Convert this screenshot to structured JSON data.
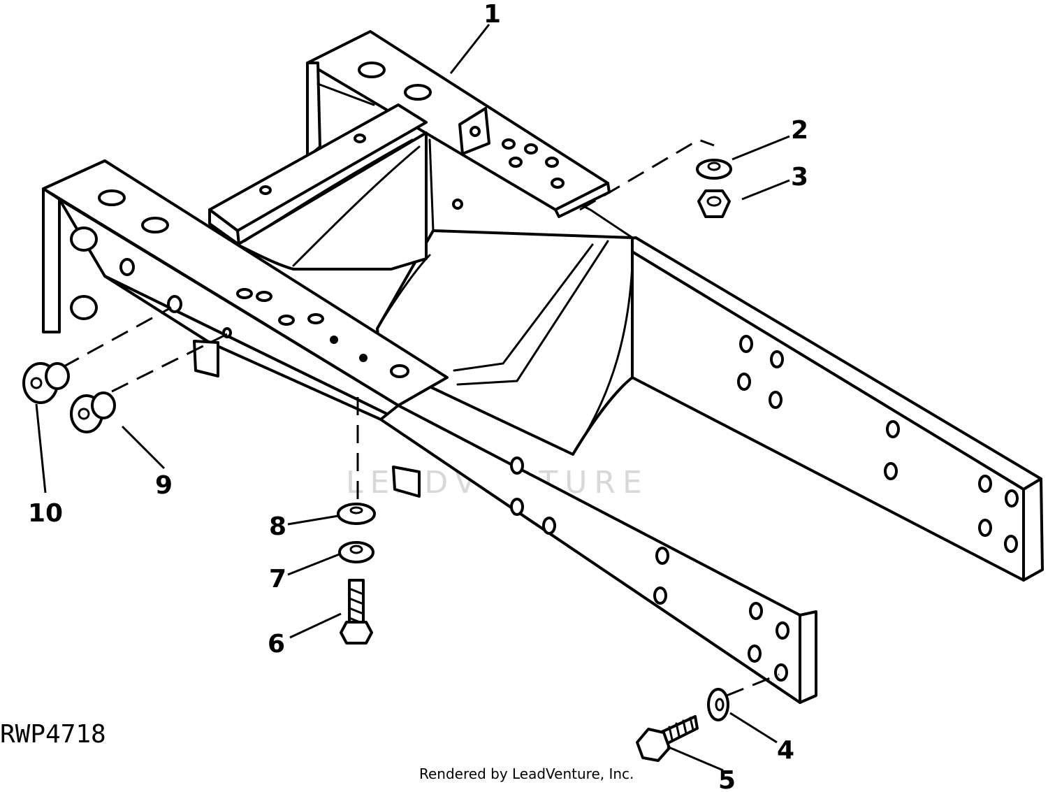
{
  "diagram": {
    "callouts": [
      "1",
      "2",
      "3",
      "4",
      "5",
      "6",
      "7",
      "8",
      "9",
      "10"
    ],
    "drawing_code": "RWP4718",
    "credit": "Rendered by LeadVenture, Inc.",
    "watermark": "LEADVENTURE"
  }
}
